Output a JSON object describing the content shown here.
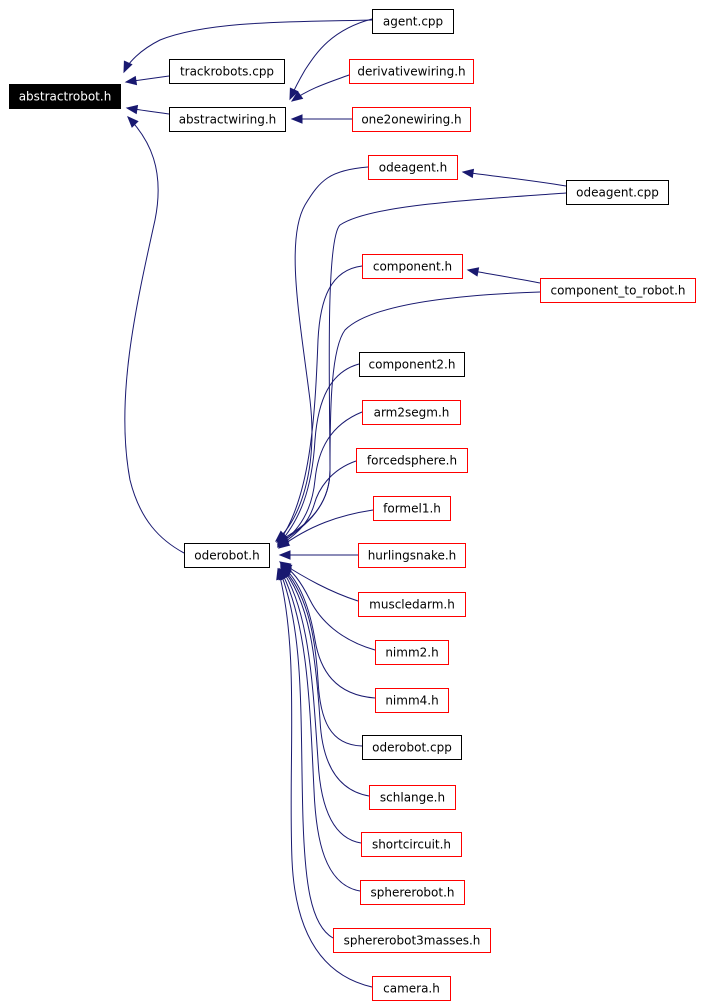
{
  "colors": {
    "edge": "#191970",
    "normal_border": "#000000",
    "undocumented_border": "#ff0000",
    "selected_fill": "#000000",
    "selected_text": "#ffffff"
  },
  "nodes": {
    "abstractrobot": {
      "label": "abstractrobot.h",
      "style": "selected"
    },
    "agent_cpp": {
      "label": "agent.cpp",
      "style": "normal"
    },
    "trackrobots": {
      "label": "trackrobots.cpp",
      "style": "normal"
    },
    "derivativewiring": {
      "label": "derivativewiring.h",
      "style": "undocumented"
    },
    "abstractwiring": {
      "label": "abstractwiring.h",
      "style": "normal"
    },
    "one2onewiring": {
      "label": "one2onewiring.h",
      "style": "undocumented"
    },
    "odeagent_h": {
      "label": "odeagent.h",
      "style": "undocumented"
    },
    "odeagent_cpp": {
      "label": "odeagent.cpp",
      "style": "normal"
    },
    "component_h": {
      "label": "component.h",
      "style": "undocumented"
    },
    "component_to_robot": {
      "label": "component_to_robot.h",
      "style": "undocumented"
    },
    "component2": {
      "label": "component2.h",
      "style": "normal"
    },
    "arm2segm": {
      "label": "arm2segm.h",
      "style": "undocumented"
    },
    "forcedsphere": {
      "label": "forcedsphere.h",
      "style": "undocumented"
    },
    "formel1": {
      "label": "formel1.h",
      "style": "undocumented"
    },
    "oderobot_h": {
      "label": "oderobot.h",
      "style": "normal"
    },
    "hurlingsnake": {
      "label": "hurlingsnake.h",
      "style": "undocumented"
    },
    "muscledarm": {
      "label": "muscledarm.h",
      "style": "undocumented"
    },
    "nimm2": {
      "label": "nimm2.h",
      "style": "undocumented"
    },
    "nimm4": {
      "label": "nimm4.h",
      "style": "undocumented"
    },
    "oderobot_cpp": {
      "label": "oderobot.cpp",
      "style": "normal"
    },
    "schlange": {
      "label": "schlange.h",
      "style": "undocumented"
    },
    "shortcircuit": {
      "label": "shortcircuit.h",
      "style": "undocumented"
    },
    "sphererobot": {
      "label": "sphererobot.h",
      "style": "undocumented"
    },
    "sphererobot3masses": {
      "label": "sphererobot3masses.h",
      "style": "undocumented"
    },
    "camera": {
      "label": "camera.h",
      "style": "undocumented"
    }
  },
  "edges": [
    {
      "from": "agent_cpp",
      "to": "abstractrobot"
    },
    {
      "from": "trackrobots",
      "to": "abstractrobot"
    },
    {
      "from": "abstractwiring",
      "to": "abstractrobot"
    },
    {
      "from": "oderobot_h",
      "to": "abstractrobot"
    },
    {
      "from": "agent_cpp",
      "to": "abstractwiring"
    },
    {
      "from": "derivativewiring",
      "to": "abstractwiring"
    },
    {
      "from": "one2onewiring",
      "to": "abstractwiring"
    },
    {
      "from": "odeagent_cpp",
      "to": "odeagent_h"
    },
    {
      "from": "component_to_robot",
      "to": "component_h"
    },
    {
      "from": "odeagent_h",
      "to": "oderobot_h"
    },
    {
      "from": "odeagent_cpp",
      "to": "oderobot_h"
    },
    {
      "from": "component_h",
      "to": "oderobot_h"
    },
    {
      "from": "component_to_robot",
      "to": "oderobot_h"
    },
    {
      "from": "component2",
      "to": "oderobot_h"
    },
    {
      "from": "arm2segm",
      "to": "oderobot_h"
    },
    {
      "from": "forcedsphere",
      "to": "oderobot_h"
    },
    {
      "from": "formel1",
      "to": "oderobot_h"
    },
    {
      "from": "hurlingsnake",
      "to": "oderobot_h"
    },
    {
      "from": "muscledarm",
      "to": "oderobot_h"
    },
    {
      "from": "nimm2",
      "to": "oderobot_h"
    },
    {
      "from": "nimm4",
      "to": "oderobot_h"
    },
    {
      "from": "oderobot_cpp",
      "to": "oderobot_h"
    },
    {
      "from": "schlange",
      "to": "oderobot_h"
    },
    {
      "from": "shortcircuit",
      "to": "oderobot_h"
    },
    {
      "from": "sphererobot",
      "to": "oderobot_h"
    },
    {
      "from": "sphererobot3masses",
      "to": "oderobot_h"
    },
    {
      "from": "camera",
      "to": "oderobot_h"
    }
  ]
}
